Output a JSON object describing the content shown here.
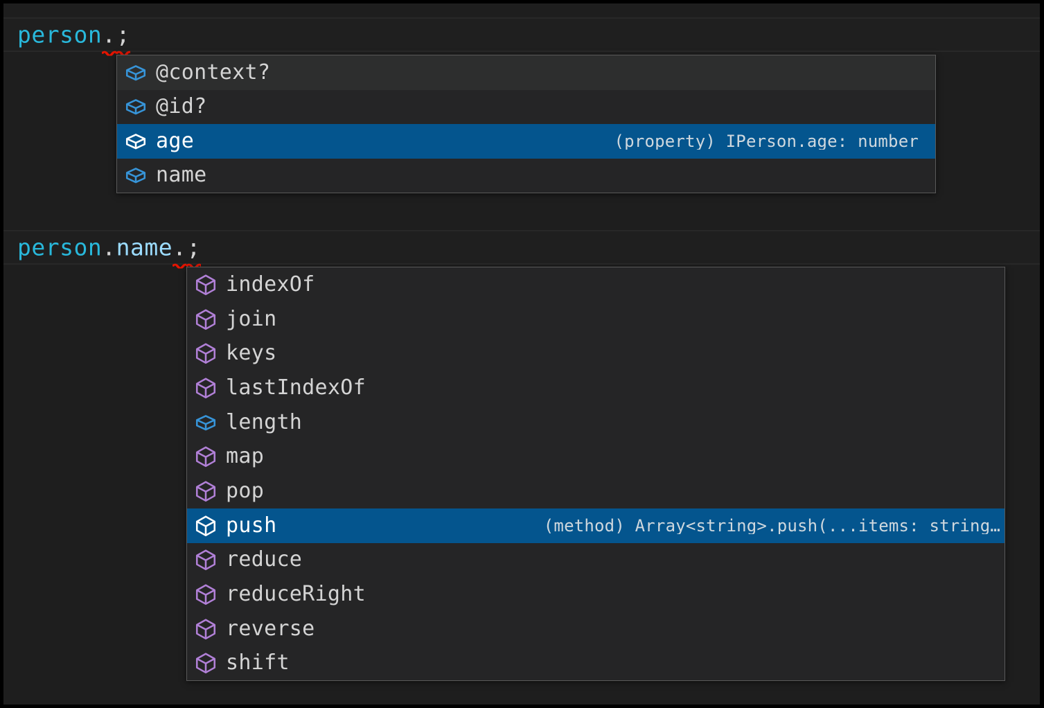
{
  "editor": {
    "background": "#1e1e1e",
    "selection_color": "#04558e",
    "lines": [
      {
        "name": "line-person",
        "tokens": [
          {
            "text": "person",
            "kind": "variable",
            "color": "#29b8db"
          },
          {
            "text": ".",
            "kind": "punctuation",
            "color": "#d4d4d4",
            "error": true
          },
          {
            "text": ";",
            "kind": "punctuation",
            "color": "#d4d4d4",
            "error": true
          }
        ],
        "plain": "person.;"
      },
      {
        "name": "line-person-name",
        "tokens": [
          {
            "text": "person",
            "kind": "variable",
            "color": "#29b8db"
          },
          {
            "text": ".",
            "kind": "punctuation",
            "color": "#d4d4d4"
          },
          {
            "text": "name",
            "kind": "property",
            "color": "#9cdcfe"
          },
          {
            "text": ".",
            "kind": "punctuation",
            "color": "#d4d4d4",
            "error": true
          },
          {
            "text": ";",
            "kind": "punctuation",
            "color": "#d4d4d4",
            "error": true
          }
        ],
        "plain": "person.name.;"
      }
    ]
  },
  "suggest_person": {
    "name": "suggest-widget-person",
    "items": [
      {
        "label": "@context?",
        "icon": "property-box-icon",
        "icon_color": "#3794d8",
        "detail": "",
        "state": "hover"
      },
      {
        "label": "@id?",
        "icon": "property-box-icon",
        "icon_color": "#3794d8",
        "detail": "",
        "state": "normal"
      },
      {
        "label": "age",
        "icon": "property-box-icon",
        "icon_color": "#ffffff",
        "detail": "(property) IPerson.age: number",
        "state": "selected"
      },
      {
        "label": "name",
        "icon": "property-box-icon",
        "icon_color": "#3794d8",
        "detail": "",
        "state": "normal"
      }
    ]
  },
  "suggest_name": {
    "name": "suggest-widget-name",
    "items": [
      {
        "label": "indexOf",
        "icon": "method-cube-icon",
        "icon_color": "#b180d7",
        "detail": "",
        "state": "normal"
      },
      {
        "label": "join",
        "icon": "method-cube-icon",
        "icon_color": "#b180d7",
        "detail": "",
        "state": "normal"
      },
      {
        "label": "keys",
        "icon": "method-cube-icon",
        "icon_color": "#b180d7",
        "detail": "",
        "state": "normal"
      },
      {
        "label": "lastIndexOf",
        "icon": "method-cube-icon",
        "icon_color": "#b180d7",
        "detail": "",
        "state": "normal"
      },
      {
        "label": "length",
        "icon": "property-box-icon",
        "icon_color": "#3794d8",
        "detail": "",
        "state": "normal"
      },
      {
        "label": "map",
        "icon": "method-cube-icon",
        "icon_color": "#b180d7",
        "detail": "",
        "state": "normal"
      },
      {
        "label": "pop",
        "icon": "method-cube-icon",
        "icon_color": "#b180d7",
        "detail": "",
        "state": "normal"
      },
      {
        "label": "push",
        "icon": "method-cube-icon",
        "icon_color": "#ffffff",
        "detail": "(method) Array<string>.push(...items: string…",
        "state": "selected"
      },
      {
        "label": "reduce",
        "icon": "method-cube-icon",
        "icon_color": "#b180d7",
        "detail": "",
        "state": "normal"
      },
      {
        "label": "reduceRight",
        "icon": "method-cube-icon",
        "icon_color": "#b180d7",
        "detail": "",
        "state": "normal"
      },
      {
        "label": "reverse",
        "icon": "method-cube-icon",
        "icon_color": "#b180d7",
        "detail": "",
        "state": "normal"
      },
      {
        "label": "shift",
        "icon": "method-cube-icon",
        "icon_color": "#b180d7",
        "detail": "",
        "state": "normal"
      }
    ]
  }
}
